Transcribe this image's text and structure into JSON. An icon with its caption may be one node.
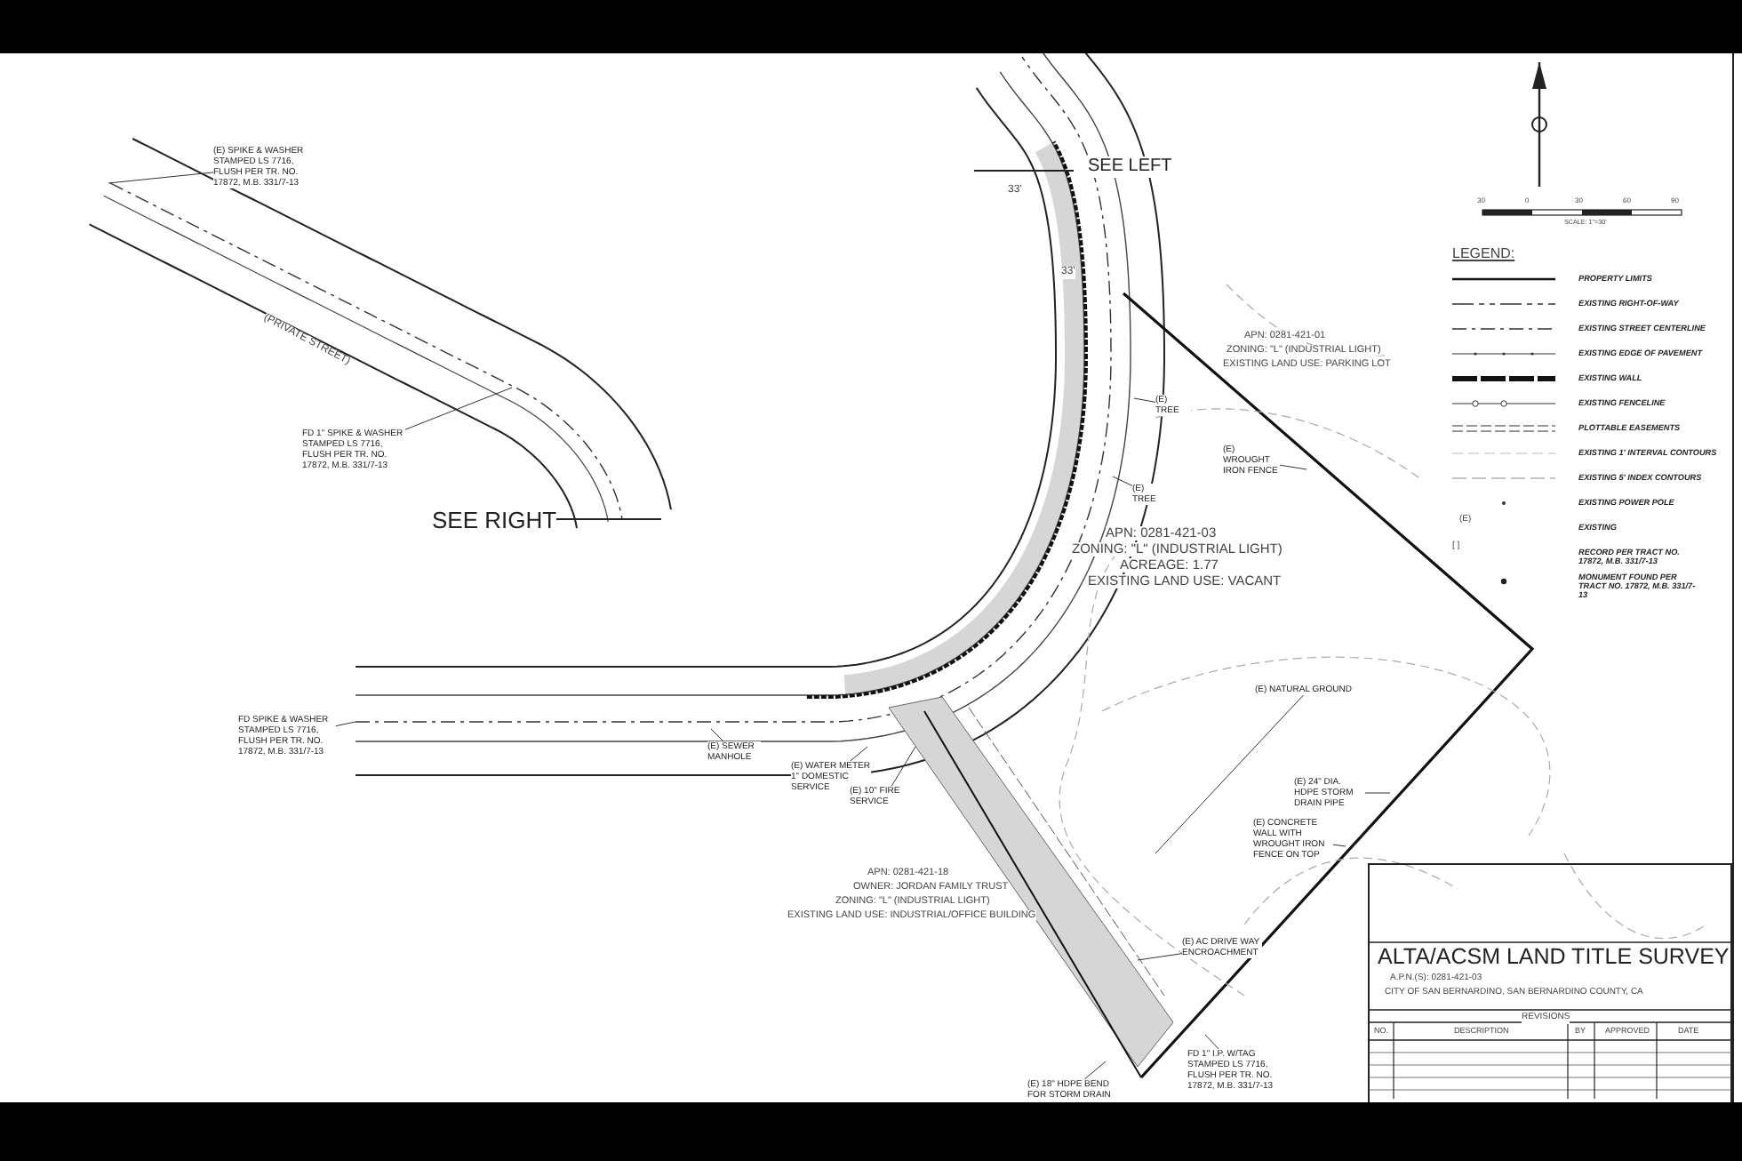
{
  "diagram": {
    "title": "ALTA/ACSM LAND TITLE SURVEY",
    "nodes": [
      {
        "text": [
          "SEE LEFT"
        ]
      },
      {
        "text": [
          "SEE RIGHT"
        ]
      },
      {
        "text": [
          "(E) SPIKE & WASHER STAMPED LS 7716, FLUSH PER TR. NO. 17872, M.B. 331/7-13"
        ]
      },
      {
        "text": [
          "FD 1\" SPIKE & WASHER STAMPED LS 7716, FLUSH PER TR. NO. 17872, M.B. 331/7-13"
        ]
      },
      {
        "text": [
          "FD SPIKE & WASHER STAMPED LS 7716, FLUSH PER TR. NO. 17872, M.B. 331/7-13"
        ]
      },
      {
        "text": [
          "(E) NATURAL GROUND"
        ]
      },
      {
        "text": [
          "(E) WROUGHT IRON FENCE"
        ]
      },
      {
        "text": [
          "(E) CONCRETE WALL WITH WROUGHT IRON FENCE ON TOP"
        ]
      },
      {
        "text": [
          "(E) 24\" DIA. HDPE STORM DRAIN PIPE"
        ]
      },
      {
        "text": [
          "(E) WATER METER 1\" DOMESTIC SERVICE"
        ]
      },
      {
        "text": [
          "(E) 10\" FIRE SERVICE"
        ]
      },
      {
        "text": [
          "(E) SEWER MANHOLE"
        ]
      },
      {
        "text": [
          "(E) TREE"
        ]
      },
      {
        "text": [
          "(E) TREE"
        ]
      },
      {
        "text": [
          "(E) 18\" HDPE BEND FOR STORM DRAIN"
        ]
      },
      {
        "text": [
          "FD 1\" I.P. W/TAG STAMPED LS 7716, FLUSH PER TR. NO. 17872, M.B. 331/7-13"
        ]
      },
      {
        "text": [
          "(E) AC DRIVE WAY ENCROACHMENT"
        ]
      }
    ],
    "edges": [
      {
        "from": 2,
        "to": null,
        "arrow": "none"
      },
      {
        "from": 3,
        "to": null,
        "arrow": "none"
      },
      {
        "from": 4,
        "to": null,
        "arrow": "none"
      },
      {
        "from": 5,
        "to": null,
        "arrow": "none"
      },
      {
        "from": 6,
        "to": null,
        "arrow": "none"
      },
      {
        "from": 7,
        "to": null,
        "arrow": "none"
      },
      {
        "from": 8,
        "to": null,
        "arrow": "none"
      },
      {
        "from": 9,
        "to": null,
        "arrow": "none"
      },
      {
        "from": 10,
        "to": null,
        "arrow": "none"
      },
      {
        "from": 11,
        "to": null,
        "arrow": "none"
      },
      {
        "from": 12,
        "to": null,
        "arrow": "none"
      },
      {
        "from": 13,
        "to": null,
        "arrow": "none"
      },
      {
        "from": 14,
        "to": null,
        "arrow": "none"
      },
      {
        "from": 15,
        "to": null,
        "arrow": "none"
      },
      {
        "from": 16,
        "to": null,
        "arrow": "none"
      }
    ],
    "labels": [
      "(PRIVATE STREET)",
      "APN: 0281-421-01",
      "ZONING: \"L\" (INDUSTRIAL LIGHT)",
      "EXISTING LAND USE: PARKING LOT",
      "APN: 0281-421-03",
      "ZONING: \"L\" (INDUSTRIAL LIGHT)",
      "ACREAGE: 1.77",
      "EXISTING LAND USE: VACANT",
      "APN: 0281-421-18",
      "OWNER: JORDAN FAMILY TRUST",
      "ZONING: \"L\" (INDUSTRIAL LIGHT)",
      "EXISTING LAND USE: INDUSTRIAL/OFFICE BUILDING",
      "30",
      "0",
      "30",
      "60",
      "90",
      "SCALE: 1\"=30'",
      "LEGEND:",
      "(E)",
      "[ ]",
      "A.P.N.(S): 0281-421-03",
      "CITY OF SAN BERNARDINO, SAN BERNARDINO COUNTY, CA",
      "REVISIONS",
      "NO.",
      "DESCRIPTION",
      "BY",
      "APPROVED",
      "DATE",
      "33'",
      "33'"
    ],
    "legend": [
      {
        "text": "PROPERTY LIMITS"
      },
      {
        "text": "EXISTING RIGHT-OF-WAY"
      },
      {
        "text": "EXISTING STREET CENTERLINE"
      },
      {
        "text": "EXISTING EDGE OF PAVEMENT"
      },
      {
        "text": "EXISTING WALL"
      },
      {
        "text": "EXISTING FENCELINE"
      },
      {
        "text": "PLOTTABLE EASEMENTS"
      },
      {
        "text": "EXISTING 1' INTERVAL CONTOURS"
      },
      {
        "text": "EXISTING 5' INDEX CONTOURS"
      },
      {
        "text": "EXISTING POWER POLE"
      },
      {
        "text": "EXISTING"
      },
      {
        "text": "RECORD PER TRACT NO. 17872, M.B. 331/7-13"
      },
      {
        "text": "MONUMENT FOUND PER TRACT NO. 17872, M.B. 331/7-13"
      }
    ]
  }
}
